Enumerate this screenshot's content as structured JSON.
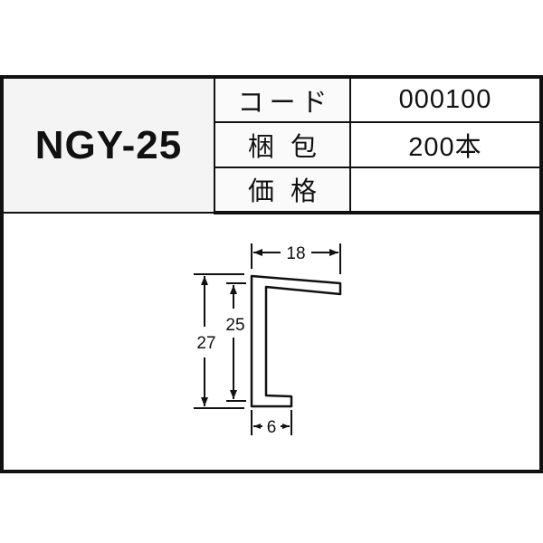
{
  "product": {
    "model": "NGY-25"
  },
  "spec": {
    "code_label": "コード",
    "code_value": "000100",
    "packing_label": "梱包",
    "packing_value": "200本",
    "price_label": "価格",
    "price_value": ""
  },
  "dimensions": {
    "width": "18",
    "height_inner": "25",
    "height_outer": "27",
    "flange": "6"
  },
  "colors": {
    "line": "#111111",
    "background": "#ffffff"
  }
}
